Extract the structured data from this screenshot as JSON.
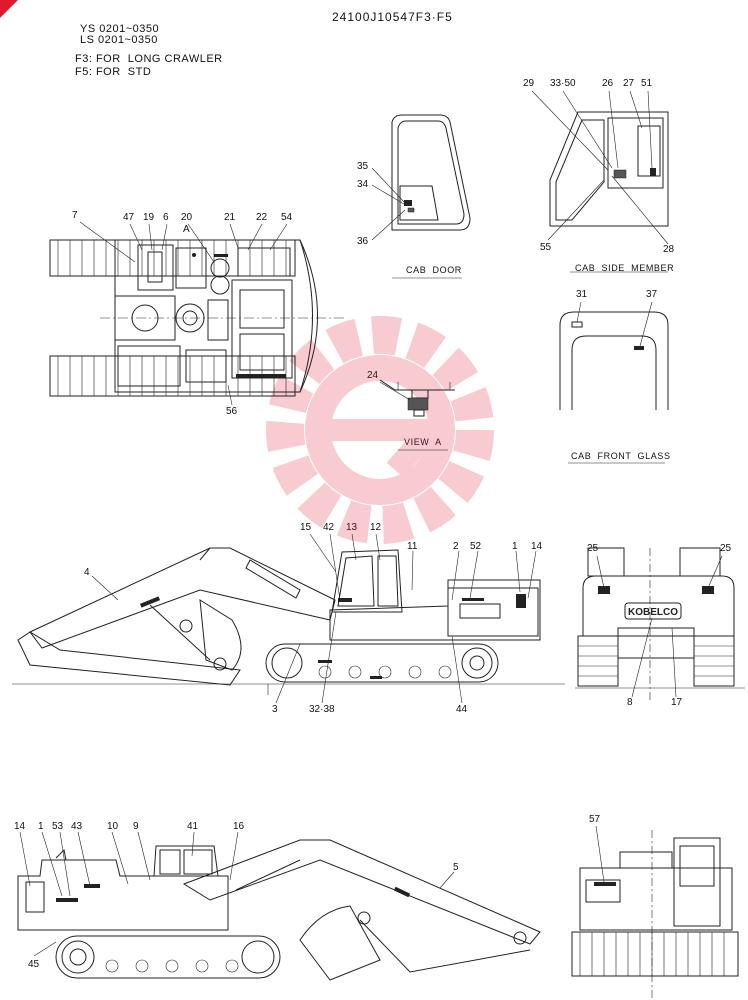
{
  "doc_number": "24100J10547F3·F5",
  "serial": {
    "ys": "YS 0201~0350",
    "ls": "LS 0201~0350"
  },
  "notes": {
    "f3": "F3: FOR  LONG CRAWLER",
    "f5": "F5: FOR  STD"
  },
  "captions": {
    "cab_door": "CAB  DOOR",
    "cab_side_member": "CAB  SIDE  MEMBER",
    "view_a": "VIEW  A",
    "cab_front_glass": "CAB  FRONT  GLASS"
  },
  "view_a_marker": "A",
  "logo_text": "KOBELCO",
  "callouts": {
    "top_plan": [
      "7",
      "47",
      "19",
      "6",
      "20",
      "21",
      "22",
      "54",
      "56"
    ],
    "cab_door": [
      "35",
      "34",
      "36"
    ],
    "cab_side_member": [
      "29",
      "33·50",
      "26",
      "27",
      "51",
      "55",
      "28"
    ],
    "cab_front_glass": [
      "31",
      "37"
    ],
    "view_a": [
      "24"
    ],
    "side_left": [
      "4",
      "15",
      "42",
      "13",
      "12",
      "11",
      "2",
      "52",
      "1",
      "14",
      "3",
      "32·38",
      "44"
    ],
    "rear": [
      "25",
      "25",
      "8",
      "17"
    ],
    "side_right": [
      "14",
      "1",
      "53",
      "43",
      "10",
      "9",
      "41",
      "16",
      "5",
      "45"
    ],
    "front": [
      "57"
    ]
  },
  "colors": {
    "line": "#222222",
    "watermark": "#e3182d",
    "corner": "#e3182d"
  }
}
